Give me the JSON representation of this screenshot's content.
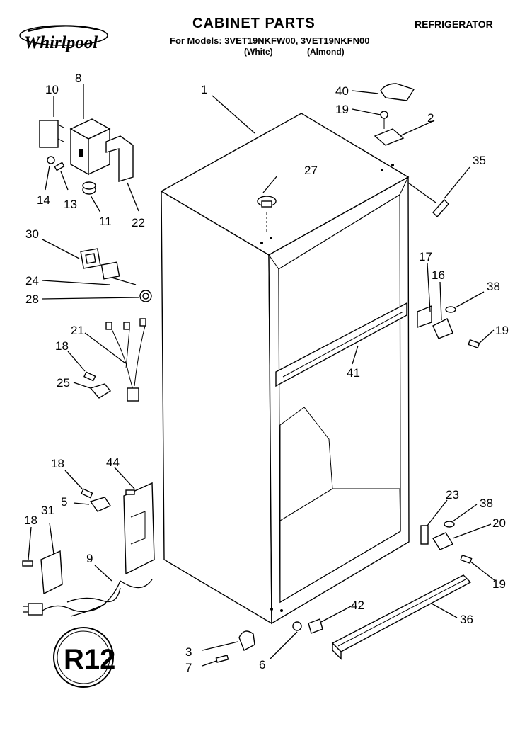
{
  "header": {
    "title": "CABINET PARTS",
    "category": "REFRIGERATOR",
    "models_line": "For Models: 3VET19NKFW00, 3VET19NKFN00",
    "color_white": "(White)",
    "color_almond": "(Almond)"
  },
  "logo": {
    "brand_text": "Whirlpool",
    "tagline": "R12"
  },
  "callouts": [
    "1",
    "2",
    "3",
    "5",
    "6",
    "7",
    "8",
    "9",
    "10",
    "11",
    "13",
    "14",
    "16",
    "17",
    "18",
    "18",
    "18",
    "19",
    "19",
    "19",
    "20",
    "21",
    "22",
    "23",
    "24",
    "25",
    "27",
    "28",
    "30",
    "31",
    "35",
    "36",
    "38",
    "38",
    "40",
    "41",
    "42",
    "44"
  ]
}
